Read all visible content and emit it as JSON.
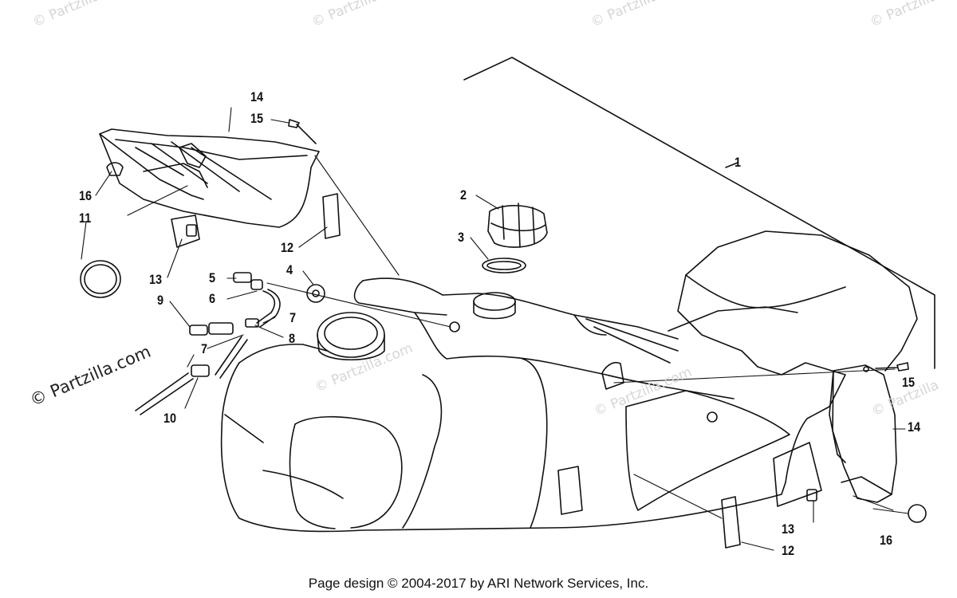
{
  "callouts": {
    "c1": "1",
    "c2": "2",
    "c3": "3",
    "c4": "4",
    "c5": "5",
    "c6": "6",
    "c7a": "7",
    "c7b": "7",
    "c8": "8",
    "c9": "9",
    "c10": "10",
    "c11": "11",
    "c12a": "12",
    "c12b": "12",
    "c13a": "13",
    "c13b": "13",
    "c14a": "14",
    "c14b": "14",
    "c15a": "15",
    "c15b": "15",
    "c16a": "16",
    "c16b": "16"
  },
  "watermark": "© Partzilla.com",
  "watermark_small": "© Partzilla",
  "footer": "Page design © 2004-2017 by ARI Network Services, Inc."
}
